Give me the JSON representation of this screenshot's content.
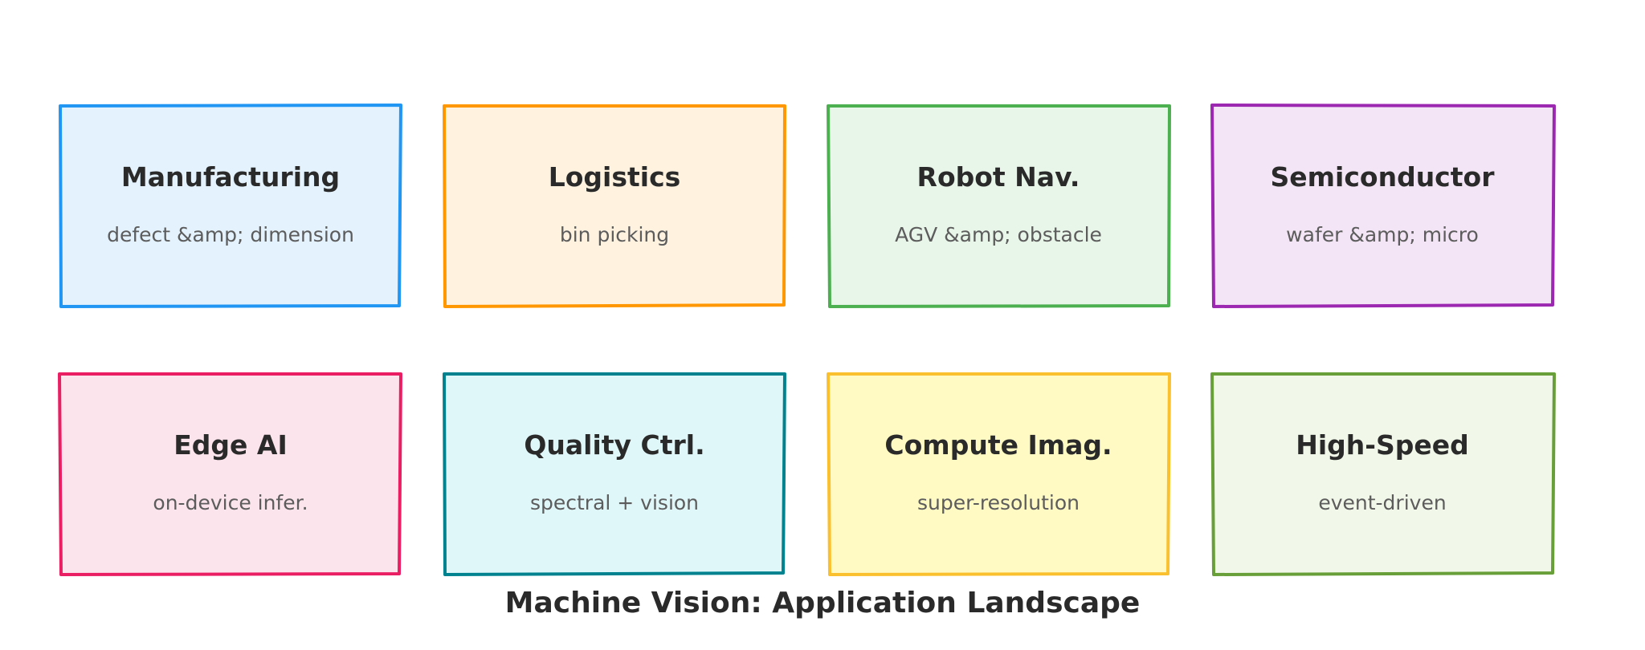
{
  "diagram": {
    "caption": "Machine Vision: Application Landscape",
    "boxes": [
      {
        "title": "Manufacturing",
        "subtitle": "defect &amp; dimension",
        "stroke": "#2196f3",
        "fill": "#e3f2fd"
      },
      {
        "title": "Logistics",
        "subtitle": "bin picking",
        "stroke": "#ff9800",
        "fill": "#fff3e0"
      },
      {
        "title": "Robot Nav.",
        "subtitle": "AGV &amp; obstacle",
        "stroke": "#4caf50",
        "fill": "#e8f5e9"
      },
      {
        "title": "Semiconductor",
        "subtitle": "wafer &amp; micro",
        "stroke": "#9c27b0",
        "fill": "#f3e5f5"
      },
      {
        "title": "Edge AI",
        "subtitle": "on-device infer.",
        "stroke": "#e91e63",
        "fill": "#fce4ec"
      },
      {
        "title": "Quality Ctrl.",
        "subtitle": "spectral + vision",
        "stroke": "#00838f",
        "fill": "#e0f7fa"
      },
      {
        "title": "Compute Imag.",
        "subtitle": "super-resolution",
        "stroke": "#fbc02d",
        "fill": "#fff9c4"
      },
      {
        "title": "High-Speed",
        "subtitle": "event-driven",
        "stroke": "#689f38",
        "fill": "#f1f8e9"
      }
    ]
  }
}
